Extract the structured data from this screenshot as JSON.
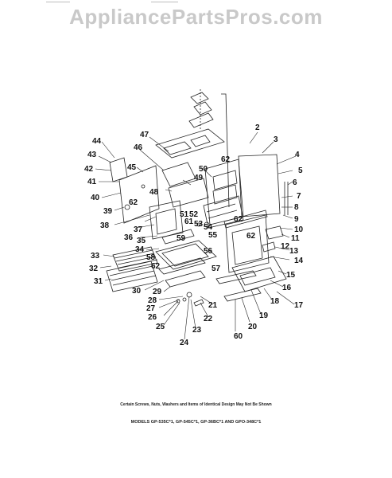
{
  "watermark": "AppliancePartsPros.com",
  "diagram": {
    "labels": {
      "l2": "2",
      "l3": "3",
      "l4": "4",
      "l5": "5",
      "l6": "6",
      "l7": "7",
      "l8": "8",
      "l9": "9",
      "l10": "10",
      "l11": "11",
      "l12": "12",
      "l13": "13",
      "l14": "14",
      "l15": "15",
      "l16": "16",
      "l17": "17",
      "l18": "18",
      "l19": "19",
      "l20": "20",
      "l21": "21",
      "l22": "22",
      "l23": "23",
      "l24": "24",
      "l25": "25",
      "l26": "26",
      "l27": "27",
      "l28": "28",
      "l29": "29",
      "l30": "30",
      "l31": "31",
      "l32": "32",
      "l33": "33",
      "l34": "34",
      "l35": "35",
      "l36": "36",
      "l37": "37",
      "l38": "38",
      "l39": "39",
      "l40": "40",
      "l41": "41",
      "l42": "42",
      "l43": "43",
      "l44": "44",
      "l45": "45",
      "l46": "46",
      "l47": "47",
      "l48": "48",
      "l49": "49",
      "l50": "50",
      "l51": "51",
      "l52": "52",
      "l53": "53",
      "l54": "54",
      "l55": "55",
      "l56": "56",
      "l57": "57",
      "l58": "58",
      "l59": "59",
      "l60": "60",
      "l61": "61",
      "l62a": "62",
      "l62b": "62",
      "l62c": "62",
      "l62d": "62",
      "l62e": "62"
    }
  },
  "footer": {
    "note": "Certain Screws, Nuts, Washers and Items of Identical Design May Not Be Shown",
    "models": "MODELS GP-535C*1, GP-545C*1, GP-36BC*1 AND GPO-348C*1"
  }
}
